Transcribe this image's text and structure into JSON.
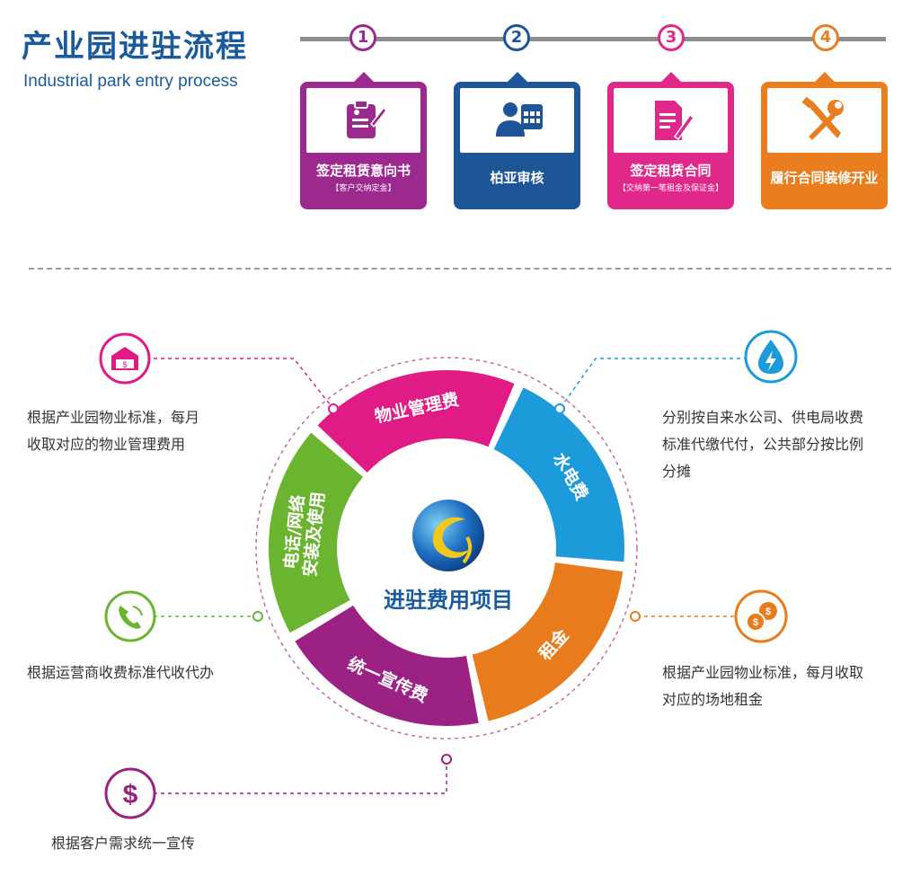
{
  "header": {
    "title_cn": "产业园进驻流程",
    "title_en": "Industrial park entry process"
  },
  "steps": [
    {
      "num": "1",
      "label": "签定租赁意向书",
      "sub": "【客户交纳定金】",
      "color": "#9c2a8e",
      "icon": "contract-pen-icon"
    },
    {
      "num": "2",
      "label": "柏亚审核",
      "sub": "",
      "color": "#1d5597",
      "icon": "reviewer-calendar-icon"
    },
    {
      "num": "3",
      "label": "签定租赁合同",
      "sub": "【交纳第一笔租金及保证金】",
      "color": "#e0288a",
      "icon": "document-pen-icon"
    },
    {
      "num": "4",
      "label": "履行合同装修开业",
      "sub": "",
      "color": "#ea7d1e",
      "icon": "wrench-screwdriver-icon"
    }
  ],
  "center": {
    "label": "进驻费用项目",
    "icon": "globe-logo-icon"
  },
  "segments": [
    {
      "label": "物业管理费",
      "color": "#e01b85"
    },
    {
      "label": "水电费",
      "color": "#1c9ad9"
    },
    {
      "label": "租金",
      "color": "#e87c1c"
    },
    {
      "label": "统一宣传费",
      "color": "#9b2283"
    },
    {
      "label": "电话/网络安装及使用",
      "color": "#6ab42f"
    }
  ],
  "descriptions": {
    "property": [
      "根据产业园物业标准，每月",
      "收取对应的物业管理费用"
    ],
    "utilities": [
      "分别按自来水公司、供电局收费",
      "标准代缴代付，公共部分按比例",
      "分摊"
    ],
    "rent": [
      "根据产业园物业标准，每月收取",
      "对应的场地租金"
    ],
    "telecom": [
      "根据运营商收费标准代收代办"
    ],
    "promotion": [
      "根据客户需求统一宣传"
    ]
  },
  "icons": {
    "property": "warehouse-icon",
    "utilities": "water-drop-bolt-icon",
    "rent": "coins-dollar-icon",
    "telecom": "phone-icon",
    "promotion": "dollar-icon"
  }
}
